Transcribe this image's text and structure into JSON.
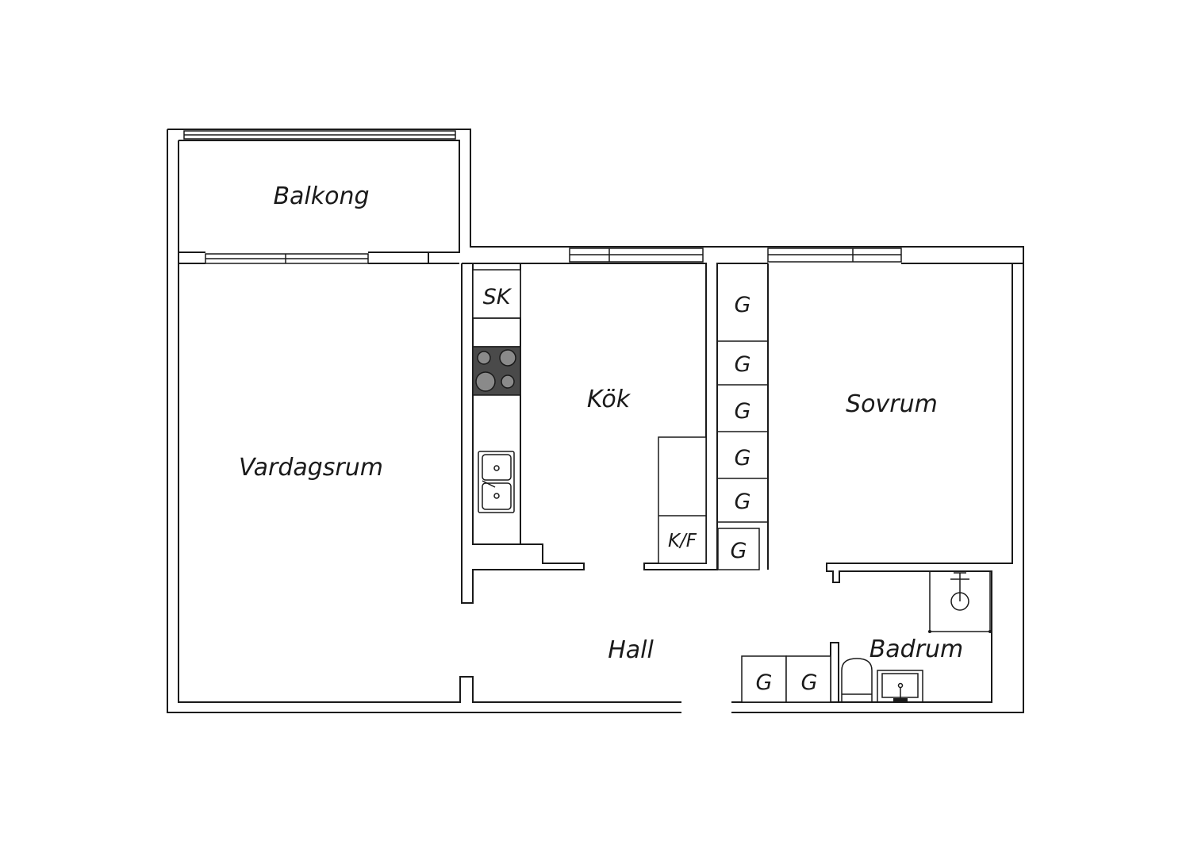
{
  "rooms": {
    "balkong": "Balkong",
    "vardagsrum": "Vardagsrum",
    "kok": "Kök",
    "sovrum": "Sovrum",
    "hall": "Hall",
    "badrum": "Badrum"
  },
  "fixtures": {
    "sk": "SK",
    "kf": "K/F",
    "wardrobe": "G"
  },
  "colors": {
    "line": "#1a1a1a",
    "stove": "#4a4a4a",
    "background": "#ffffff"
  }
}
